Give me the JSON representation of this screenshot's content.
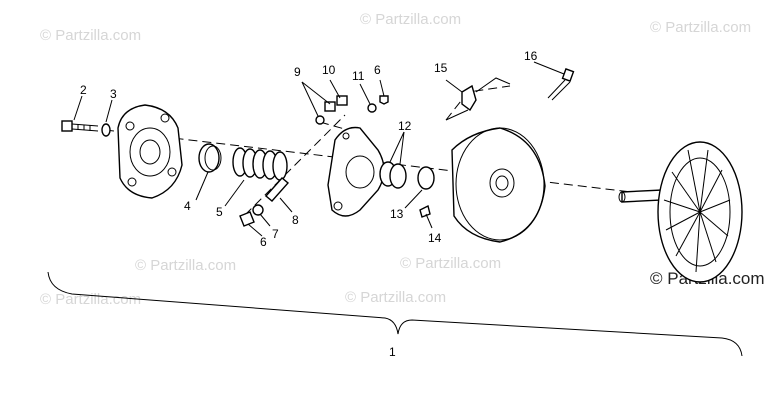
{
  "watermark": {
    "text": "© Partzilla.com",
    "corner_text": "© Partzilla.com"
  },
  "callouts": {
    "c1": "1",
    "c2": "2",
    "c3": "3",
    "c4": "4",
    "c5": "5",
    "c6a": "6",
    "c6b": "6",
    "c7": "7",
    "c8": "8",
    "c9": "9",
    "c10": "10",
    "c11": "11",
    "c12": "12",
    "c13": "13",
    "c14": "14",
    "c15": "15",
    "c16": "16"
  }
}
